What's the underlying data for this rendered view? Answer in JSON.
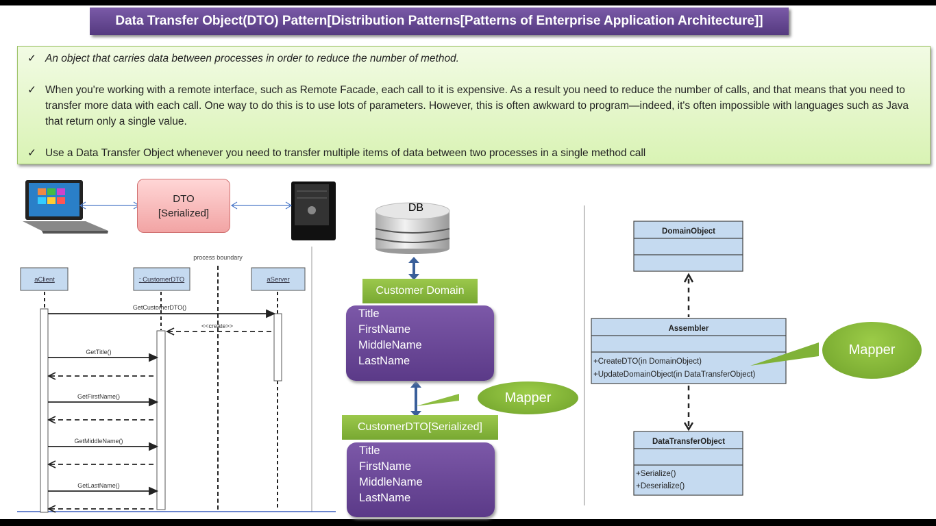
{
  "title": "Data Transfer Object(DTO) Pattern[Distribution Patterns[Patterns of Enterprise Application Architecture]]",
  "notes": [
    {
      "check": "✓",
      "text": "An object that carries data between processes in order to reduce the number of method."
    },
    {
      "check": "✓",
      "text": "When you're working with a remote interface, such as Remote Facade, each call to it is expensive. As a result you need to reduce the number of calls, and that means that you need to transfer more data with each call. One way to do this is to use lots of parameters. However, this is often awkward to program—indeed, it's often impossible with languages such as Java that return only a single value."
    },
    {
      "check": "✓",
      "text": "Use a Data Transfer Object whenever you need to transfer multiple items of data between two processes in a single method call"
    }
  ],
  "top_flow": {
    "dto_line1": "DTO",
    "dto_line2": "[Serialized]",
    "icons": [
      "laptop-icon",
      "server-icon"
    ]
  },
  "sequence": {
    "boundary_label": "process boundary",
    "lifelines": [
      "aClient",
      ": CustomerDTO",
      "aServer"
    ],
    "messages": [
      "GetCustomerDTO()",
      "<<create>>",
      "GetTitle()",
      "GetFirstName()",
      "GetMiddleName()",
      "GetLastName()"
    ]
  },
  "middle": {
    "db_label": "DB",
    "domain_header": "Customer Domain",
    "domain_fields": [
      "Title",
      "FirstName",
      "MiddleName",
      "LastName"
    ],
    "mapper": "Mapper",
    "dto_header": "CustomerDTO[Serialized]",
    "dto_fields": [
      "Title",
      "FirstName",
      "MiddleName",
      "LastName"
    ]
  },
  "uml": {
    "domain_object": "DomainObject",
    "assembler": "Assembler",
    "assembler_ops": [
      "+CreateDTO(in DomainObject)",
      "+UpdateDomainObject(in DataTransferObject)"
    ],
    "dto": "DataTransferObject",
    "dto_ops": [
      "+Serialize()",
      "+Deserialize()"
    ],
    "mapper": "Mapper"
  },
  "colors": {
    "title_bg": "#6a4c9c",
    "notes_bg": "#dff5c0",
    "green": "#8cbc40",
    "purple": "#6a4898",
    "uml_box": "#c5daf0",
    "arrow_blue": "#3a5f9a"
  }
}
